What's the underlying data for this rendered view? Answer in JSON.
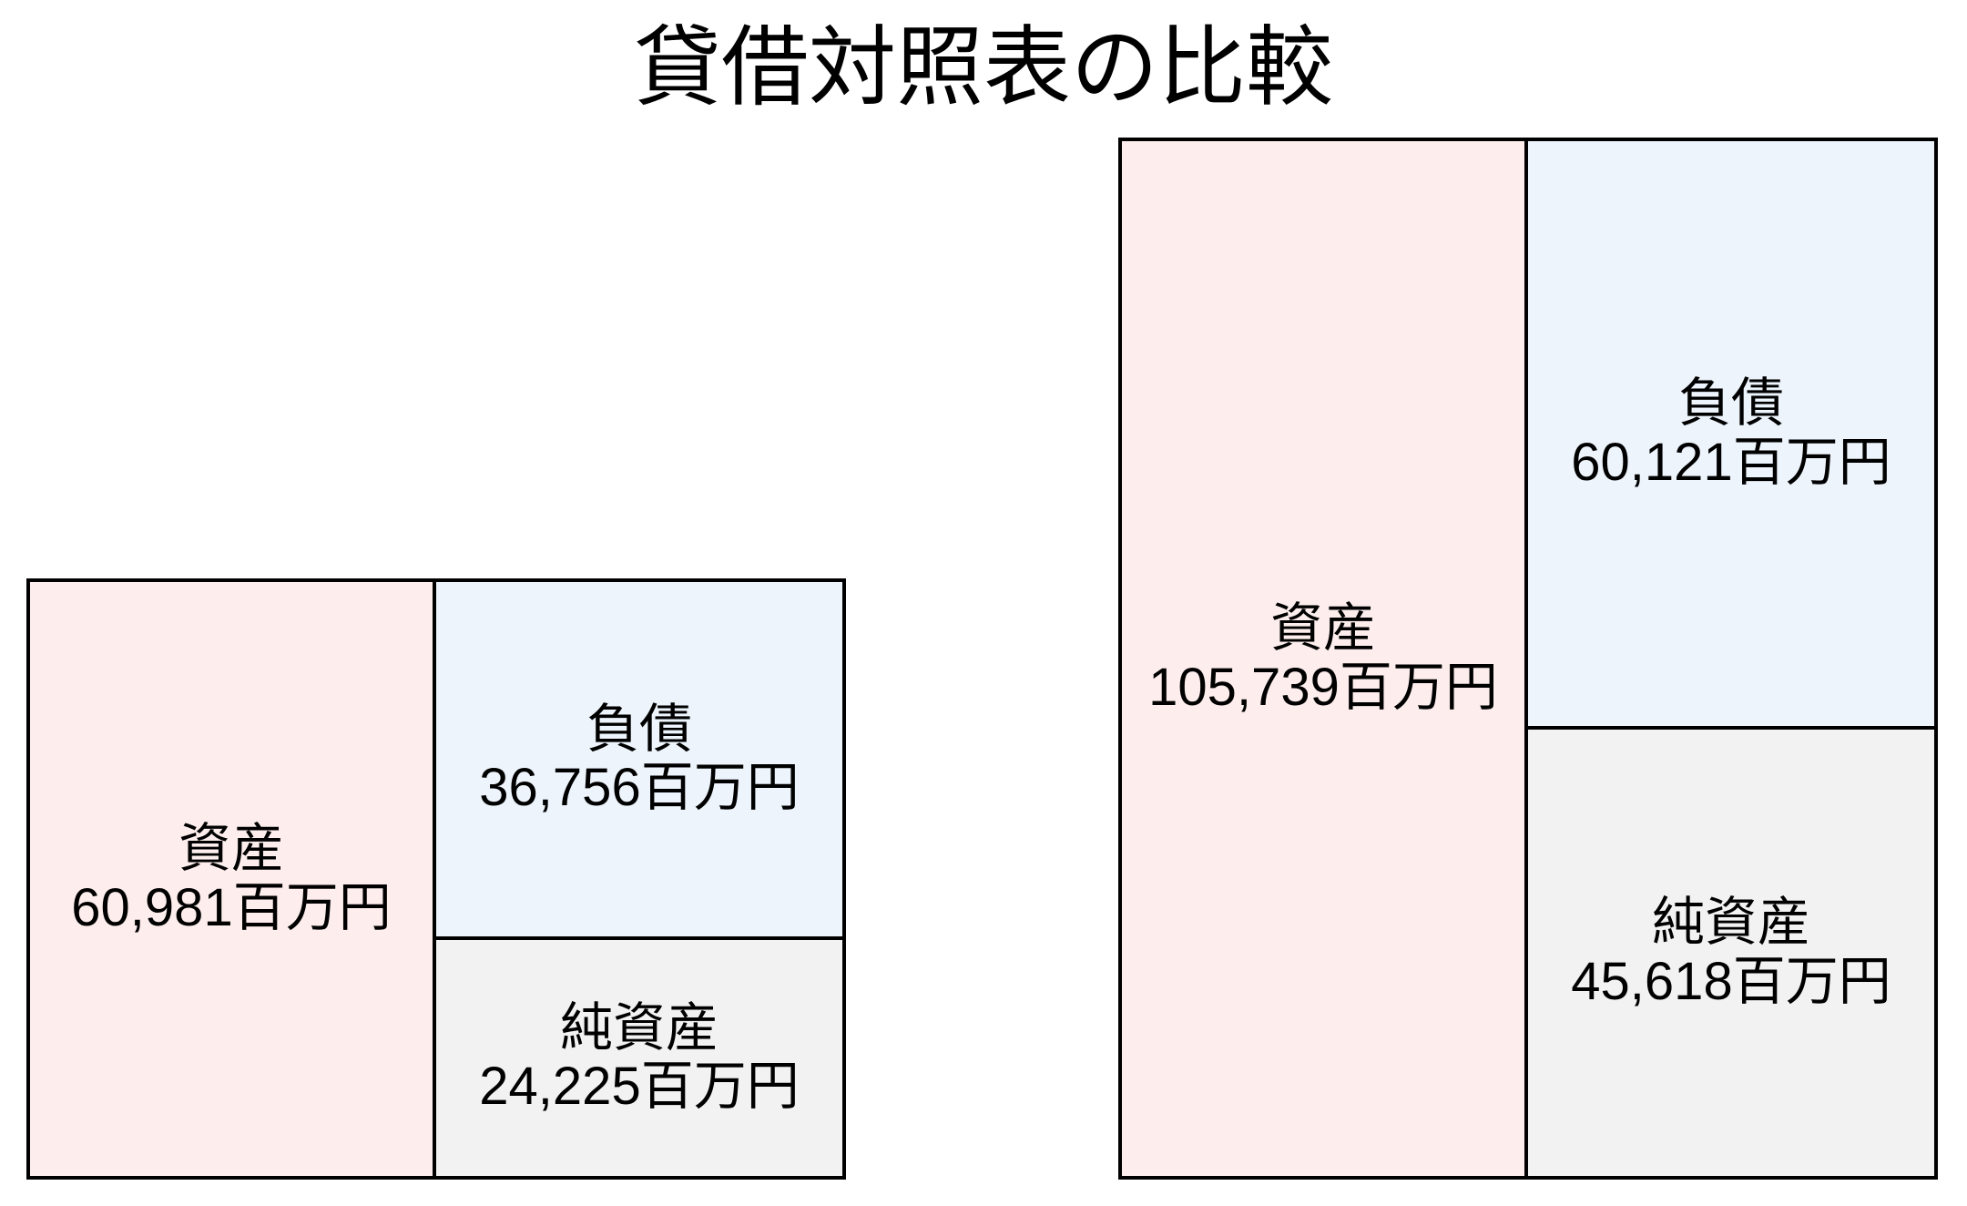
{
  "page": {
    "title": "貸借対照表の比較",
    "background": "#ffffff"
  },
  "colors": {
    "assets_fill": "#fdeeed",
    "liabilities_fill": "#edf4fc",
    "net_assets_fill": "#f2f2f3",
    "border": "#000000",
    "text": "#000000"
  },
  "chart_data": {
    "type": "bar",
    "title": "貸借対照表の比較",
    "unit": "百万円",
    "grid": false,
    "legend_position": "none",
    "layout_hint": "two stacked balance-sheet boxes, bottom-aligned, heights proportional to total assets; left half of each box = assets, right half split top/bottom into liabilities/net assets",
    "series": [
      {
        "name": "balance-sheet-small",
        "segments": {
          "assets": {
            "label": "資産",
            "value": 60981,
            "display": "60,981百万円"
          },
          "liabilities": {
            "label": "負債",
            "value": 36756,
            "display": "36,756百万円"
          },
          "net_assets": {
            "label": "純資産",
            "value": 24225,
            "display": "24,225百万円"
          }
        }
      },
      {
        "name": "balance-sheet-large",
        "segments": {
          "assets": {
            "label": "資産",
            "value": 105739,
            "display": "105,739百万円"
          },
          "liabilities": {
            "label": "負債",
            "value": 60121,
            "display": "60,121百万円"
          },
          "net_assets": {
            "label": "純資産",
            "value": 45618,
            "display": "45,618百万円"
          }
        }
      }
    ]
  }
}
